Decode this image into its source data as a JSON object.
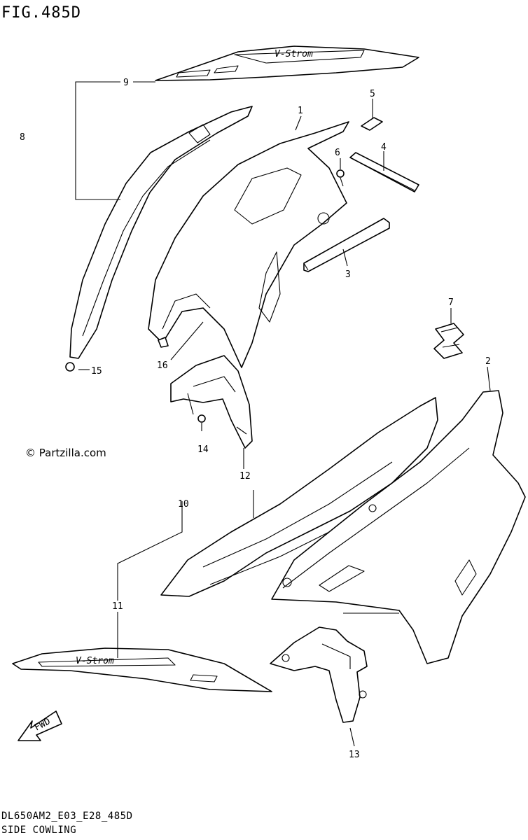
{
  "figure": {
    "title": "FIG.485D",
    "code": "DL650AM2_E03_E28_485D",
    "name": "SIDE COWLING",
    "copyright": "© Partzilla.com"
  },
  "decal_text": {
    "upper": "V-Strom",
    "lower": "V-Strom",
    "fwd_arrow": "FWD"
  },
  "callouts": [
    "1",
    "2",
    "3",
    "4",
    "5",
    "6",
    "7",
    "8",
    "9",
    "10",
    "11",
    "12",
    "13",
    "14",
    "15",
    "16"
  ]
}
